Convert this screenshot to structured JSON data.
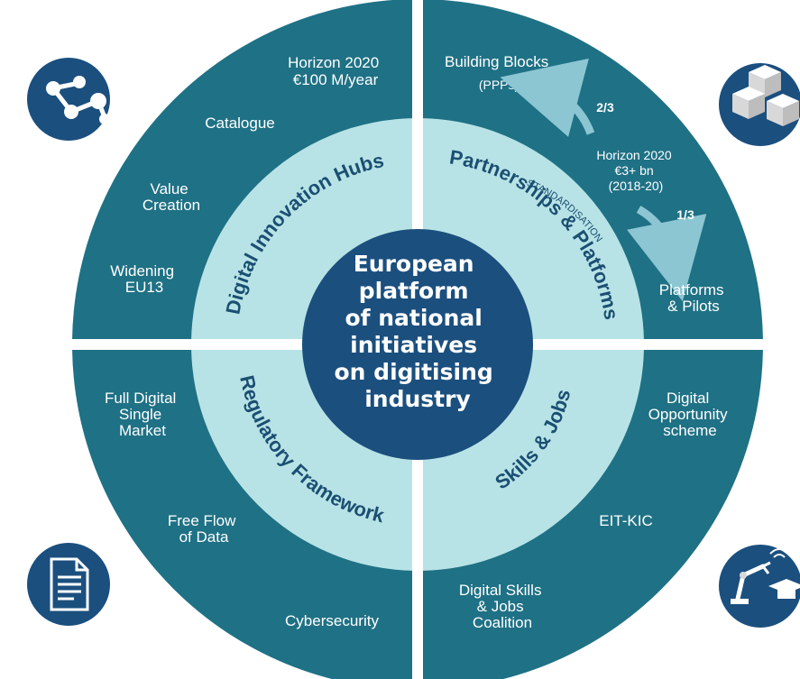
{
  "colors": {
    "outer_ring": "#1f7185",
    "inner_ring": "#b8e3e6",
    "center": "#1b4f7e",
    "icon_circle": "#1b4f7e",
    "text_light": "#ffffff",
    "text_dark": "#1b4f72"
  },
  "center": {
    "lines": [
      "European",
      "platform",
      "of national",
      "initiatives",
      "on digitising",
      "industry"
    ]
  },
  "pillars": {
    "digital_innovation_hubs": {
      "title": "Digital Innovation Hubs",
      "icon": "network-nodes-icon",
      "items": {
        "horizon": [
          "Horizon 2020",
          "€100 M/year"
        ],
        "catalogue": "Catalogue",
        "value_creation": [
          "Value",
          "Creation"
        ],
        "widening": [
          "Widening",
          "EU13"
        ]
      }
    },
    "partnerships_platforms": {
      "title": "Partnerships & Platforms",
      "icon": "cubes-icon",
      "standardisation": "STANDARDISATION",
      "items": {
        "building_blocks": [
          "Building Blocks",
          "(PPPs)"
        ],
        "share_top": "2/3",
        "horizon": [
          "Horizon 2020",
          "€3+ bn",
          "(2018-20)"
        ],
        "share_bottom": "1/3",
        "platforms": [
          "Platforms",
          "& Pilots"
        ]
      }
    },
    "regulatory_framework": {
      "title": "Regulatory Framework",
      "icon": "document-icon",
      "items": {
        "single_market": [
          "Full Digital",
          "Single",
          "Market"
        ],
        "free_flow": [
          "Free Flow",
          "of Data"
        ],
        "cybersecurity": "Cybersecurity"
      }
    },
    "skills_jobs": {
      "title": "Skills & Jobs",
      "icon": "robot-arm-graduation-icon",
      "items": {
        "opportunity": [
          "Digital",
          "Opportunity",
          "scheme"
        ],
        "eit_kic": "EIT-KIC",
        "coalition": [
          "Digital Skills",
          "& Jobs",
          "Coalition"
        ]
      }
    }
  }
}
